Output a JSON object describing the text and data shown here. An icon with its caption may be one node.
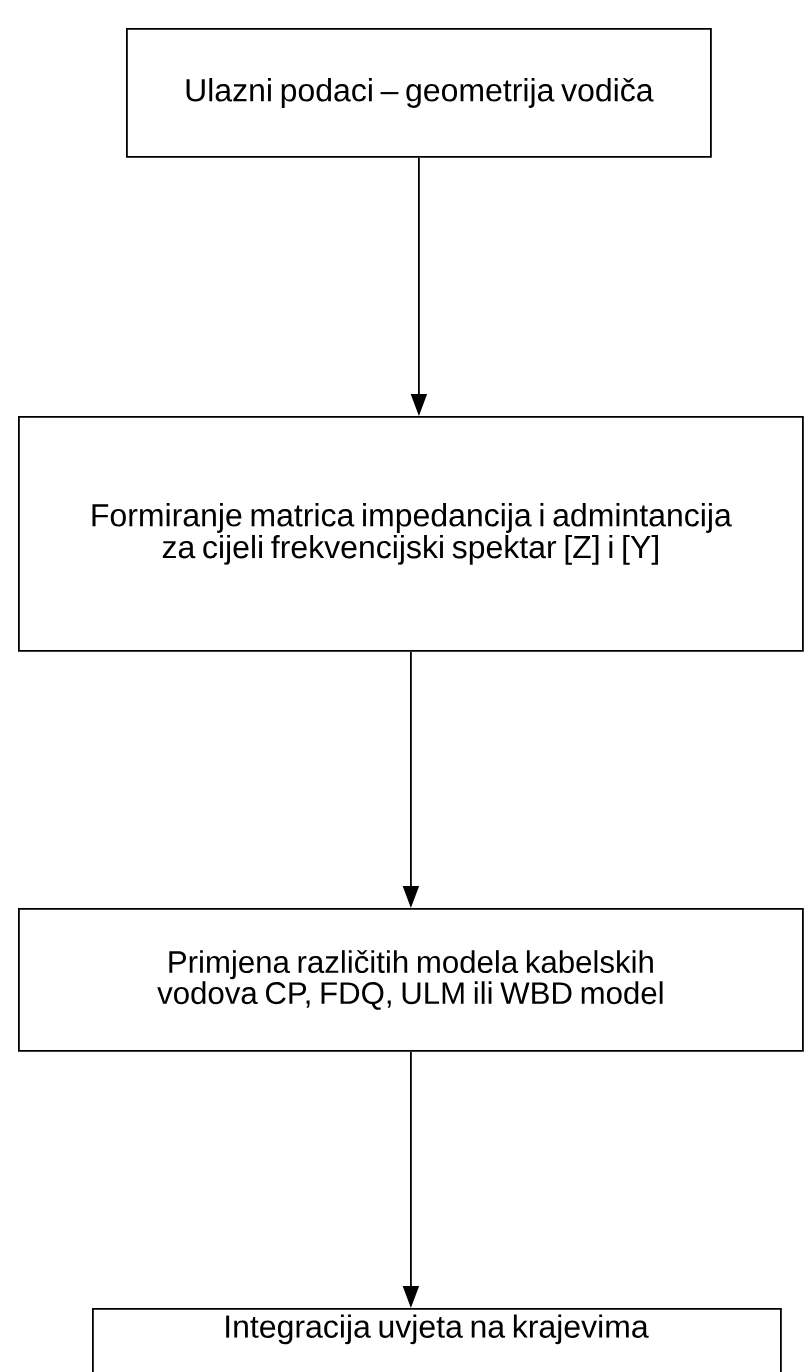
{
  "diagram": {
    "nodes": [
      {
        "text": [
          "Ulazni podaci – geometrija vodiča"
        ]
      },
      {
        "text": [
          "Formiranje matrica impedancija i admintancija za cijeli frekvencijski spektar [Z] i [Y]"
        ]
      },
      {
        "text": [
          "Primjena različitih modela kabelskih vodova CP, FDQ, ULM ili WBD model"
        ]
      },
      {
        "text": [
          "Integracija uvjeta na krajevima"
        ]
      }
    ],
    "edges": [
      {
        "from": 0,
        "to": 1,
        "arrow": "to"
      },
      {
        "from": 1,
        "to": 2,
        "arrow": "to"
      },
      {
        "from": 2,
        "to": 3,
        "arrow": "to"
      }
    ]
  }
}
